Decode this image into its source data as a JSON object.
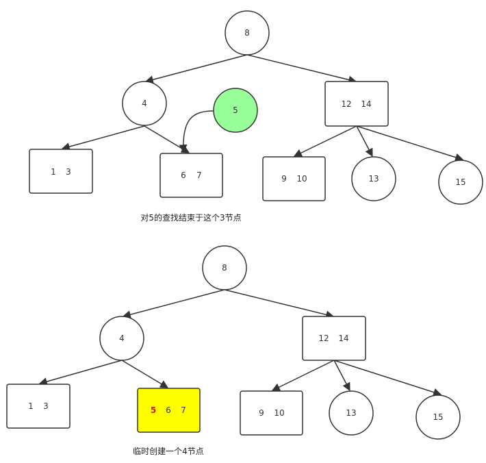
{
  "colors": {
    "stroke": "#333333",
    "text": "#333333",
    "inserting_fill": "#99ff99",
    "temp_fill": "#ffff00",
    "highlight_text": "#e01010"
  },
  "diagram1": {
    "root": "8",
    "left": "4",
    "right_k1": "12",
    "right_k2": "14",
    "ll_k1": "1",
    "ll_k2": "3",
    "lr_k1": "6",
    "lr_k2": "7",
    "rl_k1": "9",
    "rl_k2": "10",
    "rm": "13",
    "rr": "15",
    "inserting": "5",
    "caption": "对5的查找结束于这个3节点"
  },
  "diagram2": {
    "root": "8",
    "left": "4",
    "right_k1": "12",
    "right_k2": "14",
    "ll_k1": "1",
    "ll_k2": "3",
    "temp_k1": "5",
    "temp_k2": "6",
    "temp_k3": "7",
    "rl_k1": "9",
    "rl_k2": "10",
    "rm": "13",
    "rr": "15",
    "caption": "临时创建一个4节点"
  }
}
